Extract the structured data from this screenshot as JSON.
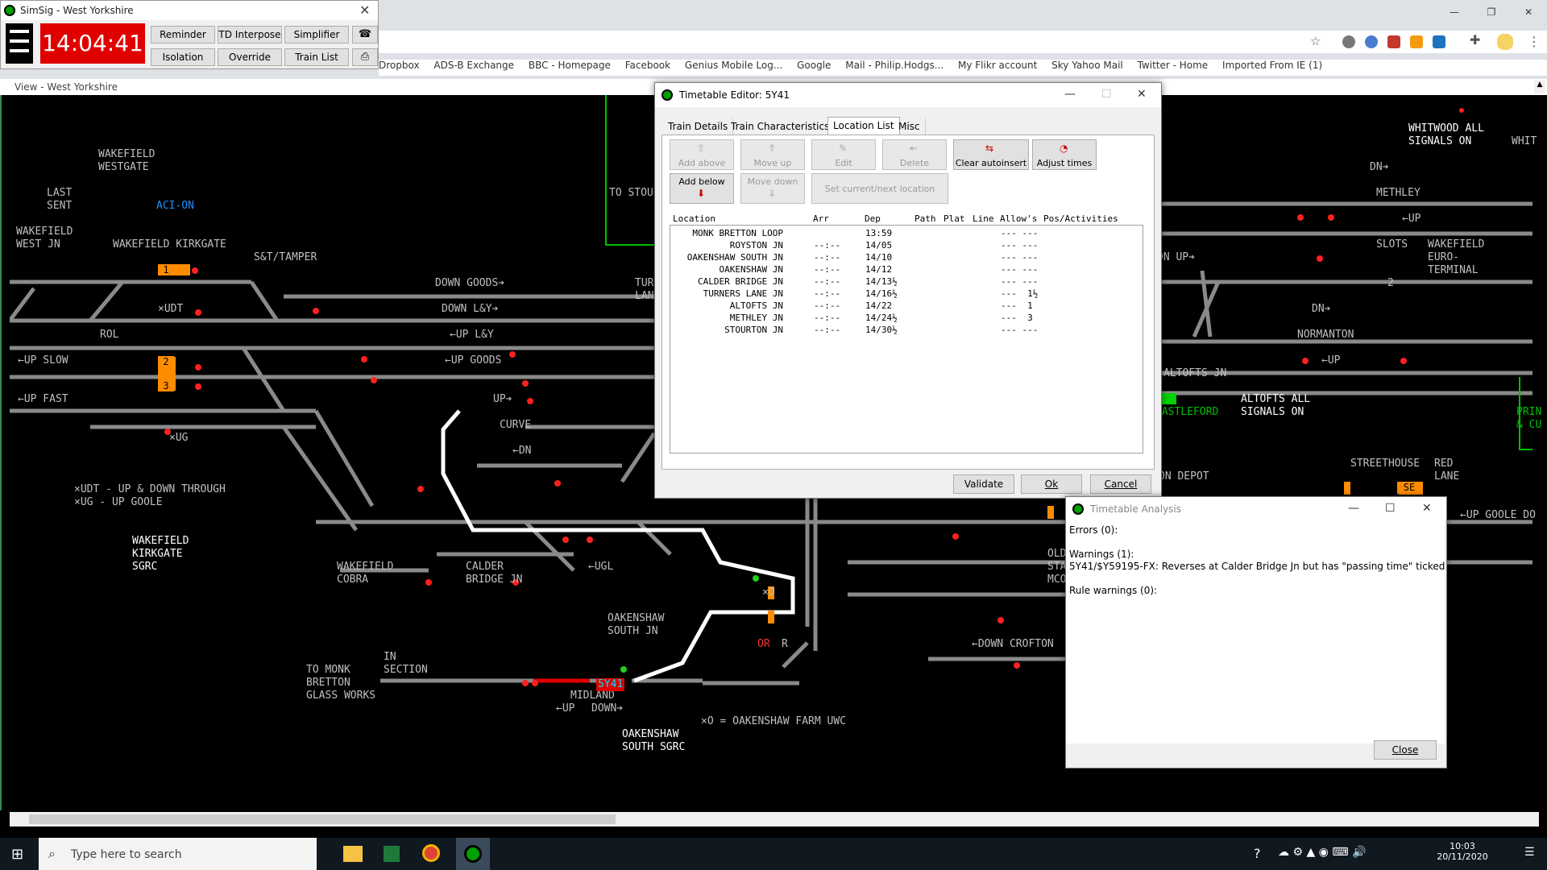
{
  "simsig": {
    "title": "SimSig - West Yorkshire",
    "clock": "14:04:41",
    "buttons": [
      "Reminder",
      "TD Interpose",
      "Simplifier",
      "Isolation",
      "Override",
      "Train List"
    ]
  },
  "browser": {
    "bookmarks": [
      "Dropbox",
      "ADS-B Exchange",
      "BBC - Homepage",
      "Facebook",
      "Genius Mobile Log...",
      "Google",
      "Mail - Philip.Hodgs...",
      "My Flikr account",
      "Sky Yahoo Mail",
      "Twitter - Home",
      "Imported From IE (1)"
    ]
  },
  "view_bar": {
    "label": "View - West Yorkshire"
  },
  "map": {
    "labels": [
      "WAKEFIELD\nWESTGATE",
      "LAST\nSENT",
      "WAKEFIELD\nWEST JN",
      "WAKEFIELD KIRKGATE",
      "S&T/TAMPER",
      "DOWN GOODS➔",
      "DOWN L&Y➔",
      "←UP L&Y",
      "ROL",
      "×UDT",
      "←UP SLOW",
      "←UP GOODS",
      "←UP FAST",
      "UP➔",
      "CURVE",
      "←DN",
      "×UG",
      "×UDT - UP & DOWN THROUGH\n×UG - UP GOOLE",
      "WAKEFIELD\nKIRKGATE\nSGRC",
      "WAKEFIELD\nCOBRA",
      "CALDER\nBRIDGE JN",
      "←UGL",
      "OAKENSHAW\nSOUTH JN",
      "×O",
      "OR",
      "R",
      "TO MONK\nBRETTON\nGLASS WORKS",
      "IN\nSECTION",
      "MIDLAND",
      "←UP",
      "DOWN➔",
      "×O = OAKENSHAW FARM UWC",
      "OAKENSHAW\nSOUTH SGRC",
      "TO STOU",
      "TUR\nLAN",
      "WHITWOOD ALL\nSIGNALS ON",
      "WHIT",
      "DN➔",
      "METHLEY",
      "←UP",
      "SLOTS",
      "WAKEFIELD\nEURO-\nTERMINAL",
      "DN UP➔",
      "DN➔",
      "NORMANTON",
      "←UP",
      "ALTOFTS JN",
      "ALTOFTS ALL\nSIGNALS ON",
      "CASTLEFORD",
      "PRIN\n& CU",
      "STREETHOUSE",
      "RED\nLANE",
      "ON DEPOT",
      "SE",
      "←UP GOOLE DO",
      "←DOWN CROFTON",
      "OLD\nSTAT\nMCO",
      "ACI-ON",
      "5Y41",
      "2",
      "1",
      "1",
      "2",
      "3"
    ]
  },
  "timetable_editor": {
    "title": "Timetable Editor: 5Y41",
    "tabs": [
      "Train Details",
      "Train Characteristics",
      "Location List",
      "Misc"
    ],
    "active_tab": "Location List",
    "toolbar": {
      "add_above": "Add above",
      "move_up": "Move up",
      "edit": "Edit",
      "delete": "Delete",
      "clear_autoinsert": "Clear autoinsert",
      "adjust_times": "Adjust times",
      "add_below": "Add below",
      "move_down": "Move down",
      "set_current": "Set current/next location"
    },
    "columns": [
      "Location",
      "Arr",
      "Dep",
      "Path",
      "Plat",
      "Line",
      "Allow's",
      "Pos/Activities"
    ],
    "rows": [
      {
        "location": "MONK BRETTON LOOP",
        "arr": "",
        "dep": "13:59",
        "allow": "--- ---"
      },
      {
        "location": "ROYSTON JN",
        "arr": "--:--",
        "dep": "14/05",
        "allow": "--- ---"
      },
      {
        "location": "OAKENSHAW SOUTH JN",
        "arr": "--:--",
        "dep": "14/10",
        "allow": "--- ---"
      },
      {
        "location": "OAKENSHAW JN",
        "arr": "--:--",
        "dep": "14/12",
        "allow": "--- ---"
      },
      {
        "location": "CALDER BRIDGE JN",
        "arr": "--:--",
        "dep": "14/13½",
        "allow": "--- ---"
      },
      {
        "location": "TURNERS LANE JN",
        "arr": "--:--",
        "dep": "14/16½",
        "allow": "---  1½"
      },
      {
        "location": "ALTOFTS JN",
        "arr": "--:--",
        "dep": "14/22",
        "allow": "---  1"
      },
      {
        "location": "METHLEY JN",
        "arr": "--:--",
        "dep": "14/24½",
        "allow": "---  3"
      },
      {
        "location": "STOURTON JN",
        "arr": "--:--",
        "dep": "14/30½",
        "allow": "--- ---"
      }
    ],
    "buttons": {
      "validate": "Validate",
      "ok": "Ok",
      "cancel": "Cancel"
    }
  },
  "timetable_analysis": {
    "title": "Timetable Analysis",
    "errors": "Errors (0):",
    "warnings": "Warnings (1):",
    "warning_text": "5Y41/$Y59195-FX: Reverses at Calder Bridge Jn but has \"passing time\" ticked",
    "rule_warnings": "Rule warnings (0):",
    "close": "Close"
  },
  "taskbar": {
    "search_placeholder": "Type here to search",
    "time": "10:03",
    "date": "20/11/2020"
  },
  "colors": {
    "clock_red": "#e00000",
    "track_grey": "#8a8a8a",
    "route_white": "#ffffff",
    "platform_orange": "#ff8c00",
    "signal_red": "#ff2020",
    "signal_green": "#20d020",
    "acion_blue": "#1e90ff"
  }
}
